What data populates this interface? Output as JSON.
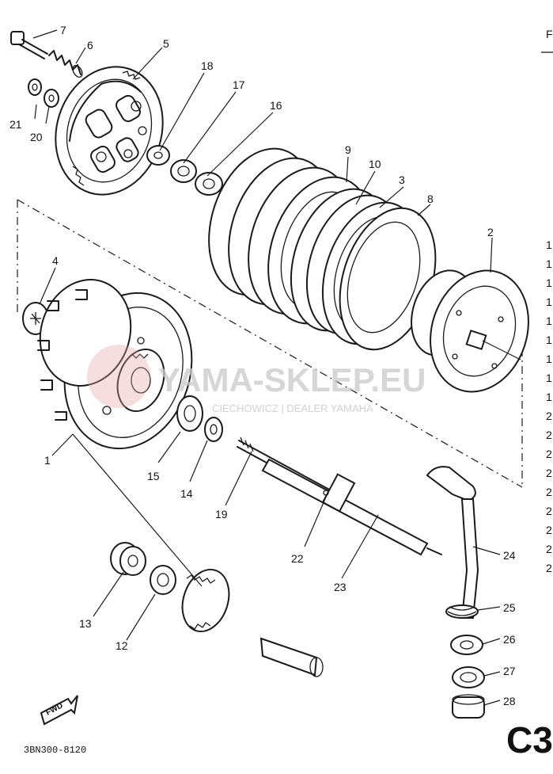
{
  "callouts": [
    "1",
    "2",
    "3",
    "4",
    "5",
    "6",
    "7",
    "8",
    "9",
    "10",
    "12",
    "13",
    "14",
    "15",
    "16",
    "17",
    "18",
    "19",
    "20",
    "21",
    "22",
    "23",
    "24",
    "25",
    "26",
    "27",
    "28"
  ],
  "watermark": {
    "main": "YAMA-SKLEP.EU",
    "sub": "CIECHOWICZ | DEALER YAMAHA"
  },
  "footer": {
    "drawing_code": "3BN300-8120",
    "page_code": "C3",
    "fwd_label": "FWD"
  },
  "margin_text": {
    "top_right": "F",
    "right_column": [
      "1",
      "1",
      "1",
      "1",
      "1",
      "1",
      "1",
      "1",
      "1",
      "2",
      "2",
      "2",
      "2",
      "2",
      "2",
      "2",
      "2",
      "2"
    ]
  },
  "colors": {
    "ink": "#1a1a1a",
    "watermark_gray": "#c9c9c9",
    "watermark_red": "#e8a0a0"
  }
}
